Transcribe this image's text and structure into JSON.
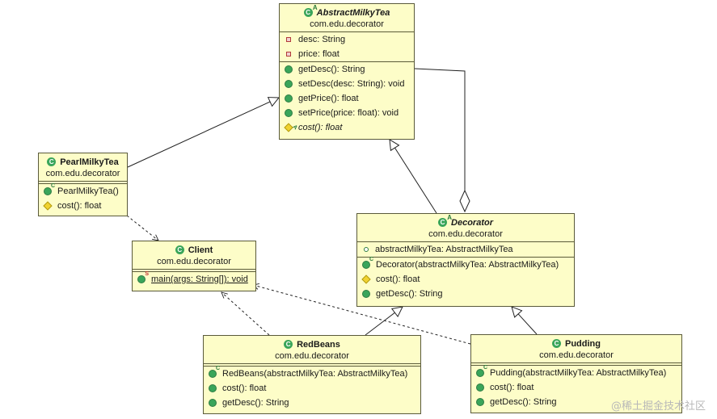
{
  "classes": {
    "abstract_milky_tea": {
      "name": "AbstractMilkyTea",
      "package": "com.edu.decorator",
      "fields": [
        "desc: String",
        "price: float"
      ],
      "methods": [
        "getDesc(): String",
        "setDesc(desc: String): void",
        "getPrice(): float",
        "setPrice(price: float): void",
        "cost(): float"
      ]
    },
    "pearl_milky_tea": {
      "name": "PearlMilkyTea",
      "package": "com.edu.decorator",
      "methods": [
        "PearlMilkyTea()",
        "cost(): float"
      ]
    },
    "client": {
      "name": "Client",
      "package": "com.edu.decorator",
      "methods": [
        "main(args: String[]): void"
      ]
    },
    "decorator": {
      "name": "Decorator",
      "package": "com.edu.decorator",
      "fields": [
        "abstractMilkyTea: AbstractMilkyTea"
      ],
      "methods": [
        "Decorator(abstractMilkyTea: AbstractMilkyTea)",
        "cost(): float",
        "getDesc(): String"
      ]
    },
    "red_beans": {
      "name": "RedBeans",
      "package": "com.edu.decorator",
      "methods": [
        "RedBeans(abstractMilkyTea: AbstractMilkyTea)",
        "cost(): float",
        "getDesc(): String"
      ]
    },
    "pudding": {
      "name": "Pudding",
      "package": "com.edu.decorator",
      "methods": [
        "Pudding(abstractMilkyTea: AbstractMilkyTea)",
        "cost(): float",
        "getDesc(): String"
      ]
    }
  },
  "icon_glyphs": {
    "class": "C",
    "abstract_marker": "A",
    "constructor_marker": "C",
    "static_marker": "S"
  },
  "watermark": "@稀土掘金技术社区",
  "colors": {
    "class_fill": "#fdfdc8",
    "public_icon": "#3aa55a",
    "protected_icon": "#f0d230",
    "private_icon": "#b03a3a"
  }
}
